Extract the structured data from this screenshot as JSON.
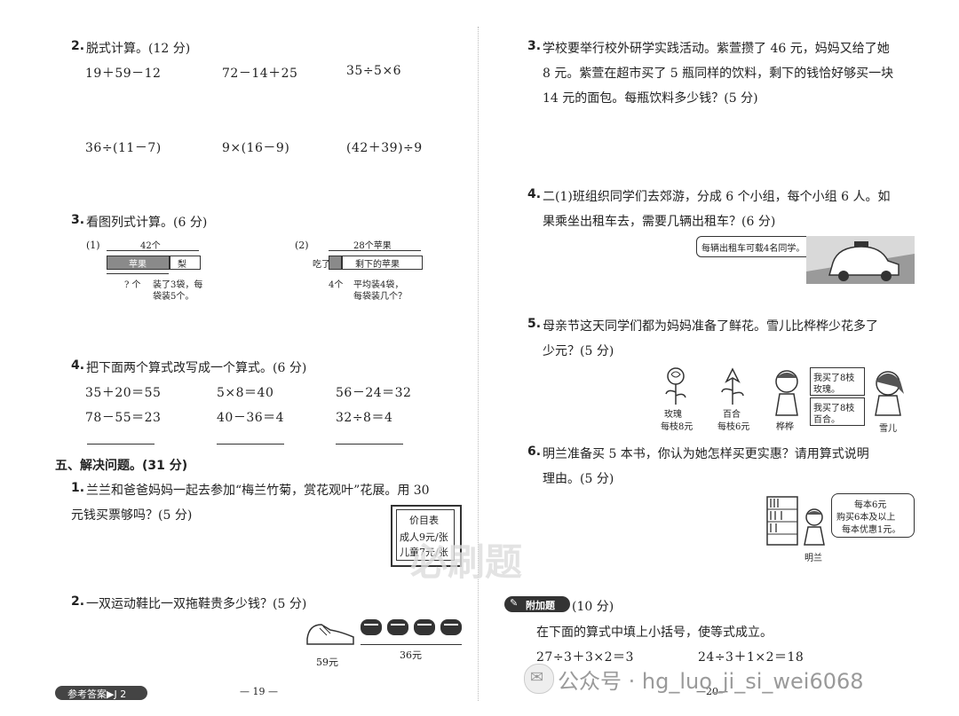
{
  "left": {
    "q2": {
      "num": "2.",
      "title": "脱式计算。(12 分)",
      "row1": [
        "19＋59－12",
        "72－14＋25",
        "35÷5×6"
      ],
      "row2": [
        "36÷(11－7)",
        "9×(16－9)",
        "(42＋39)÷9"
      ]
    },
    "q3": {
      "num": "3.",
      "title": "看图列式计算。(6 分)",
      "d1": {
        "label": "(1)",
        "total": "42个",
        "seg_a": "苹果",
        "seg_b": "梨",
        "note_q": "? 个",
        "note": "装了3袋，每",
        "note2": "袋装5个。"
      },
      "d2": {
        "label": "(2)",
        "total": "28个苹果",
        "eat": "吃了",
        "seg": "剩下的苹果",
        "note_a": "4个",
        "note": "平均装4袋，",
        "note2": "每袋装几个？"
      }
    },
    "q4": {
      "num": "4.",
      "title": "把下面两个算式改写成一个算式。(6 分)",
      "row1": [
        "35＋20＝55",
        "5×8＝40",
        "56－24＝32"
      ],
      "row2": [
        "78－55＝23",
        "40－36＝4",
        "32÷8＝4"
      ]
    },
    "section5": {
      "title": "五、解决问题。(31 分)"
    },
    "p1": {
      "num": "1.",
      "line1": "兰兰和爸爸妈妈一起去参加“梅兰竹菊，赏花观叶”花展。用 30",
      "line2": "元钱买票够吗？(5 分)",
      "price": {
        "title": "价目表",
        "adult": "成人9元/张",
        "child": "儿童7元/张"
      }
    },
    "p2": {
      "num": "2.",
      "text": "一双运动鞋比一双拖鞋贵多少钱？(5 分)",
      "price_shoe": "59元",
      "price_slippers": "36元"
    },
    "footer": {
      "badge": "参考答案▶J 2",
      "page": "— 19 —"
    }
  },
  "right": {
    "q3": {
      "num": "3.",
      "line1": "学校要举行校外研学实践活动。紫萱攒了 46 元，妈妈又给了她",
      "line2": "8 元。紫萱在超市买了 5 瓶同样的饮料，剩下的钱恰好够买一块",
      "line3": "14 元的面包。每瓶饮料多少钱？(5 分)"
    },
    "q4": {
      "num": "4.",
      "line1": "二(1)班组织同学们去郊游，分成 6 个小组，每个小组 6 人。如",
      "line2": "果乘坐出租车去，需要几辆出租车？(6 分)",
      "bubble": "每辆出租车可载4名同学。"
    },
    "q5": {
      "num": "5.",
      "line1": "母亲节这天同学们都为妈妈准备了鲜花。雪儿比桦桦少花多了",
      "line2": "少元？(5 分)",
      "rose": "玫瑰",
      "rose_price": "每枝8元",
      "lily": "百合",
      "lily_price": "每枝6元",
      "bubble1a": "我买了8枝",
      "bubble1b": "玫瑰。",
      "bubble2a": "我买了8枝",
      "bubble2b": "百合。",
      "name1": "桦桦",
      "name2": "雪儿"
    },
    "q6": {
      "num": "6.",
      "line1": "明兰准备买 5 本书，你认为她怎样买更实惠？请用算式说明",
      "line2": "理由。(5 分)",
      "bubble": [
        "每本6元",
        "购买6本及以上",
        "每本优惠1元。"
      ],
      "name": "明兰"
    },
    "bonus": {
      "tag": "附加题",
      "points": "(10 分)",
      "text": "在下面的算式中填上小括号，使等式成立。",
      "eq1": "27÷3＋3×2＝3",
      "eq2": "24÷3＋1×2＝18"
    },
    "footer": {
      "page": "—20—"
    }
  },
  "watermark": {
    "center": "必刷题",
    "account": "公众号 · hg_luo_ji_si_wei6068"
  }
}
